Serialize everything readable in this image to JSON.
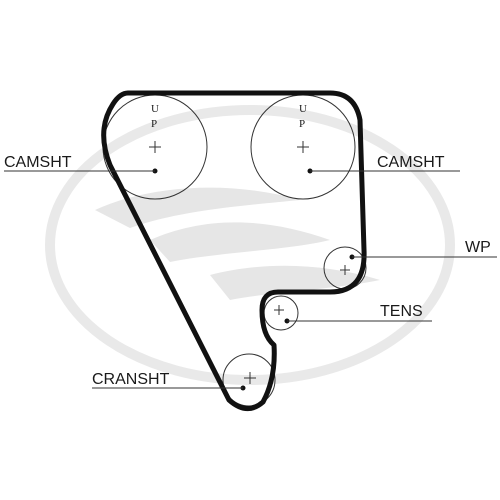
{
  "labels": {
    "camshaft_left": "CAMSHT",
    "camshaft_right": "CAMSHT",
    "water_pump": "WP",
    "tensioner": "TENS",
    "crankshaft": "CRANSHT"
  },
  "timing_marks": {
    "left": [
      "U",
      "P"
    ],
    "right": [
      "U",
      "P"
    ]
  },
  "watermark": "Gates",
  "colors": {
    "belt": "#111111",
    "pulley": "#333333",
    "watermark": "#e6e6e6",
    "text": "#1a1a1a"
  }
}
